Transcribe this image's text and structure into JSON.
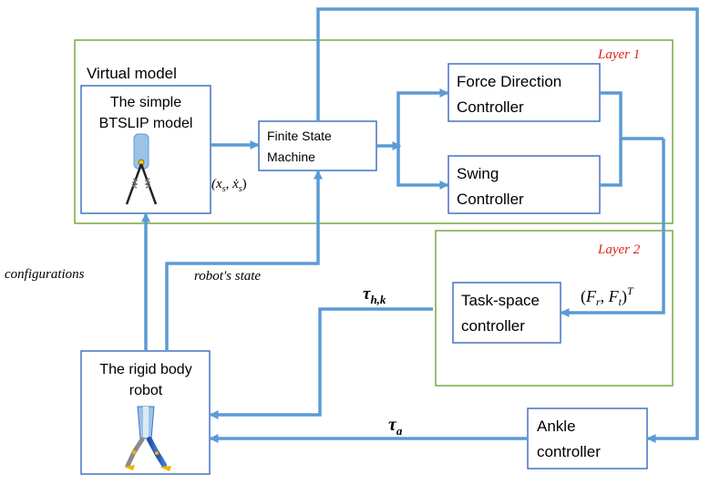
{
  "layers": {
    "layer1": "Layer 1",
    "layer2": "Layer 2",
    "color_outline": "#77a843",
    "color_label": "#e0201c"
  },
  "virtual_model": {
    "title": "Virtual model",
    "box_line1": "The simple",
    "box_line2": "BTSLIP model"
  },
  "fsm": {
    "line1": "Finite State",
    "line2": "Machine"
  },
  "force_controller": {
    "line1": "Force Direction",
    "line2": "Controller"
  },
  "swing_controller": {
    "line1": "Swing",
    "line2": "Controller"
  },
  "task_space_controller": {
    "line1": "Task-space",
    "line2": "controller"
  },
  "robot": {
    "line1": "The rigid body",
    "line2": "robot"
  },
  "ankle_controller": {
    "line1": "Ankle",
    "line2": "controller"
  },
  "signals": {
    "virtual_state": "(x_s, ẋ_s)",
    "configurations": "configurations",
    "robot_state": "robot's state",
    "tau_hk": "τ_h,k",
    "force_vector": "(F_r, F_t)^T",
    "tau_a": "τ_a"
  },
  "colors": {
    "arrow": "#5b9bd5",
    "box_border": "#4472c4",
    "text": "#000000",
    "background": "#ffffff"
  }
}
